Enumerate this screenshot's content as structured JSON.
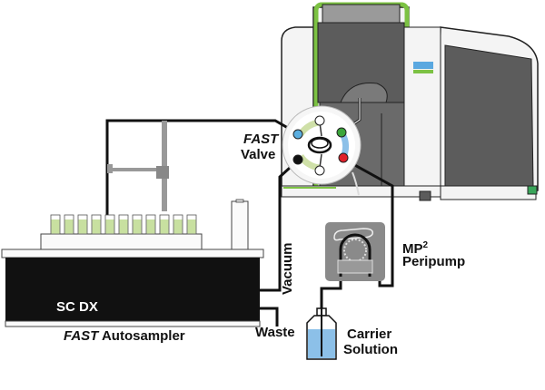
{
  "labels": {
    "valve_line1": "FAST",
    "valve_line2": "Valve",
    "pump_line1": "MP",
    "pump_sup": "2",
    "pump_line2": "Peripump",
    "vacuum": "Vacuum",
    "waste": "Waste",
    "carrier_line1": "Carrier",
    "carrier_line2": "Solution",
    "autosampler_model": "SC DX",
    "autosampler_italic": "FAST",
    "autosampler_rest": " Autosampler"
  },
  "colors": {
    "instrument_green": "#7cc243",
    "port_blue": "#5aaee0",
    "port_green": "#3aa53a",
    "port_red": "#e0202a",
    "port_black": "#111111",
    "loop_green": "#cfe0a8",
    "loop_blue": "#8cc0e8",
    "liquid_green": "#c8e0a0",
    "carrier_liquid": "#8cc0e8",
    "autosampler_body": "#111111",
    "pump_body": "#8a8a8a",
    "instrument_dark": "#5c5c5c"
  },
  "components": {
    "vial_count": 11
  }
}
